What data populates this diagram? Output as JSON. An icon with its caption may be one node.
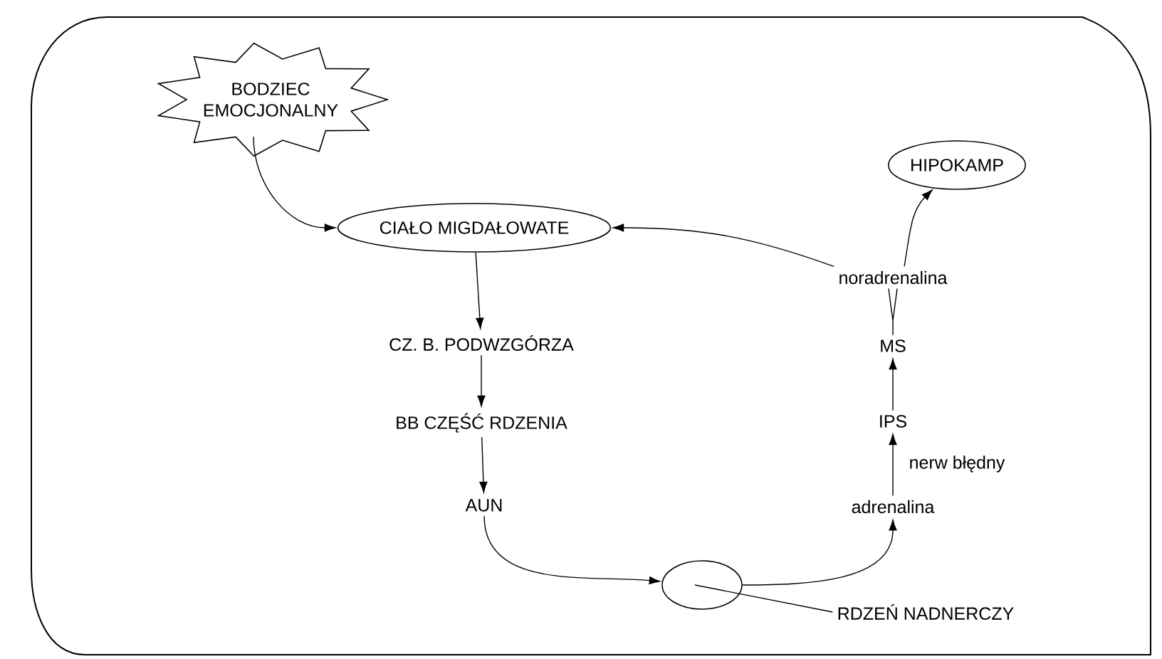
{
  "diagram": {
    "nodes": [
      {
        "text": [
          "BODZIEC EMOCJONALNY"
        ]
      },
      {
        "text": [
          "CIAŁO MIGDAŁOWATE"
        ]
      },
      {
        "text": [
          "CZ. B. PODWZGÓRZA"
        ]
      },
      {
        "text": [
          "BB CZĘŚĆ RDZENIA"
        ]
      },
      {
        "text": [
          "AUN"
        ]
      },
      {
        "text": [],
        "shape": "ellipse"
      },
      {
        "text": [
          "RDZEŃ NADNERCZY"
        ]
      },
      {
        "text": [
          "adrenalina"
        ]
      },
      {
        "text": [
          "IPS"
        ]
      },
      {
        "text": [
          "MS"
        ]
      },
      {
        "text": [
          "noradrenalina"
        ]
      },
      {
        "text": [
          "HIPOKAMP"
        ]
      }
    ],
    "edges": [
      {
        "from": 0,
        "to": 1,
        "arrow": "to"
      },
      {
        "from": 1,
        "to": 2,
        "arrow": "to"
      },
      {
        "from": 2,
        "to": 3,
        "arrow": "to"
      },
      {
        "from": 3,
        "to": 4,
        "arrow": "to"
      },
      {
        "from": 4,
        "to": 5,
        "arrow": "to"
      },
      {
        "from": 6,
        "to": 5,
        "arrow": "none"
      },
      {
        "from": 5,
        "to": 7,
        "arrow": "to"
      },
      {
        "from": 7,
        "to": 8,
        "arrow": "to",
        "label": "nerw błędny"
      },
      {
        "from": 8,
        "to": 9,
        "arrow": "to"
      },
      {
        "from": 9,
        "to": 10,
        "arrow": "none"
      },
      {
        "from": 10,
        "to": 1,
        "arrow": "to"
      },
      {
        "from": 10,
        "to": 11,
        "arrow": "to"
      }
    ]
  }
}
